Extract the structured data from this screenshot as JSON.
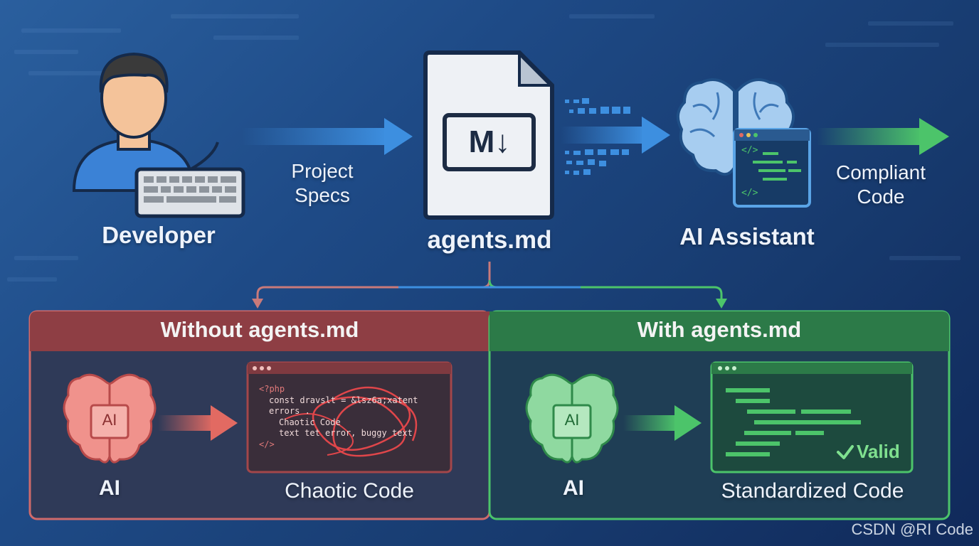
{
  "top": {
    "developer_label": "Developer",
    "project_specs_label": [
      "Project",
      "Specs"
    ],
    "file_label": "agents.md",
    "ai_assistant_label": "AI Assistant",
    "compliant_code_label": [
      "Compliant",
      "Code"
    ]
  },
  "without_panel": {
    "title": "Without agents.md",
    "ai_label": "AI",
    "brain_badge": "AI",
    "code_label": "Chaotic Code",
    "code_lines": [
      "<?php",
      "const dravslt = &lsz6a;xatent",
      "errors .",
      "Chaotic Code",
      "text tet error, buggy text",
      "</>"
    ]
  },
  "with_panel": {
    "title": "With agents.md",
    "ai_label": "AI",
    "brain_badge": "AI",
    "code_label": "Standardized Code",
    "valid_label": "Valid"
  },
  "icons": {
    "md_badge": "M↓",
    "code_tag_open": "</>",
    "code_tag_close": "</>"
  },
  "watermark": "CSDN @RI Code",
  "colors": {
    "blue_accent": "#3d8fe0",
    "red_panel": "#c9504f",
    "green_panel": "#4bb86a"
  }
}
